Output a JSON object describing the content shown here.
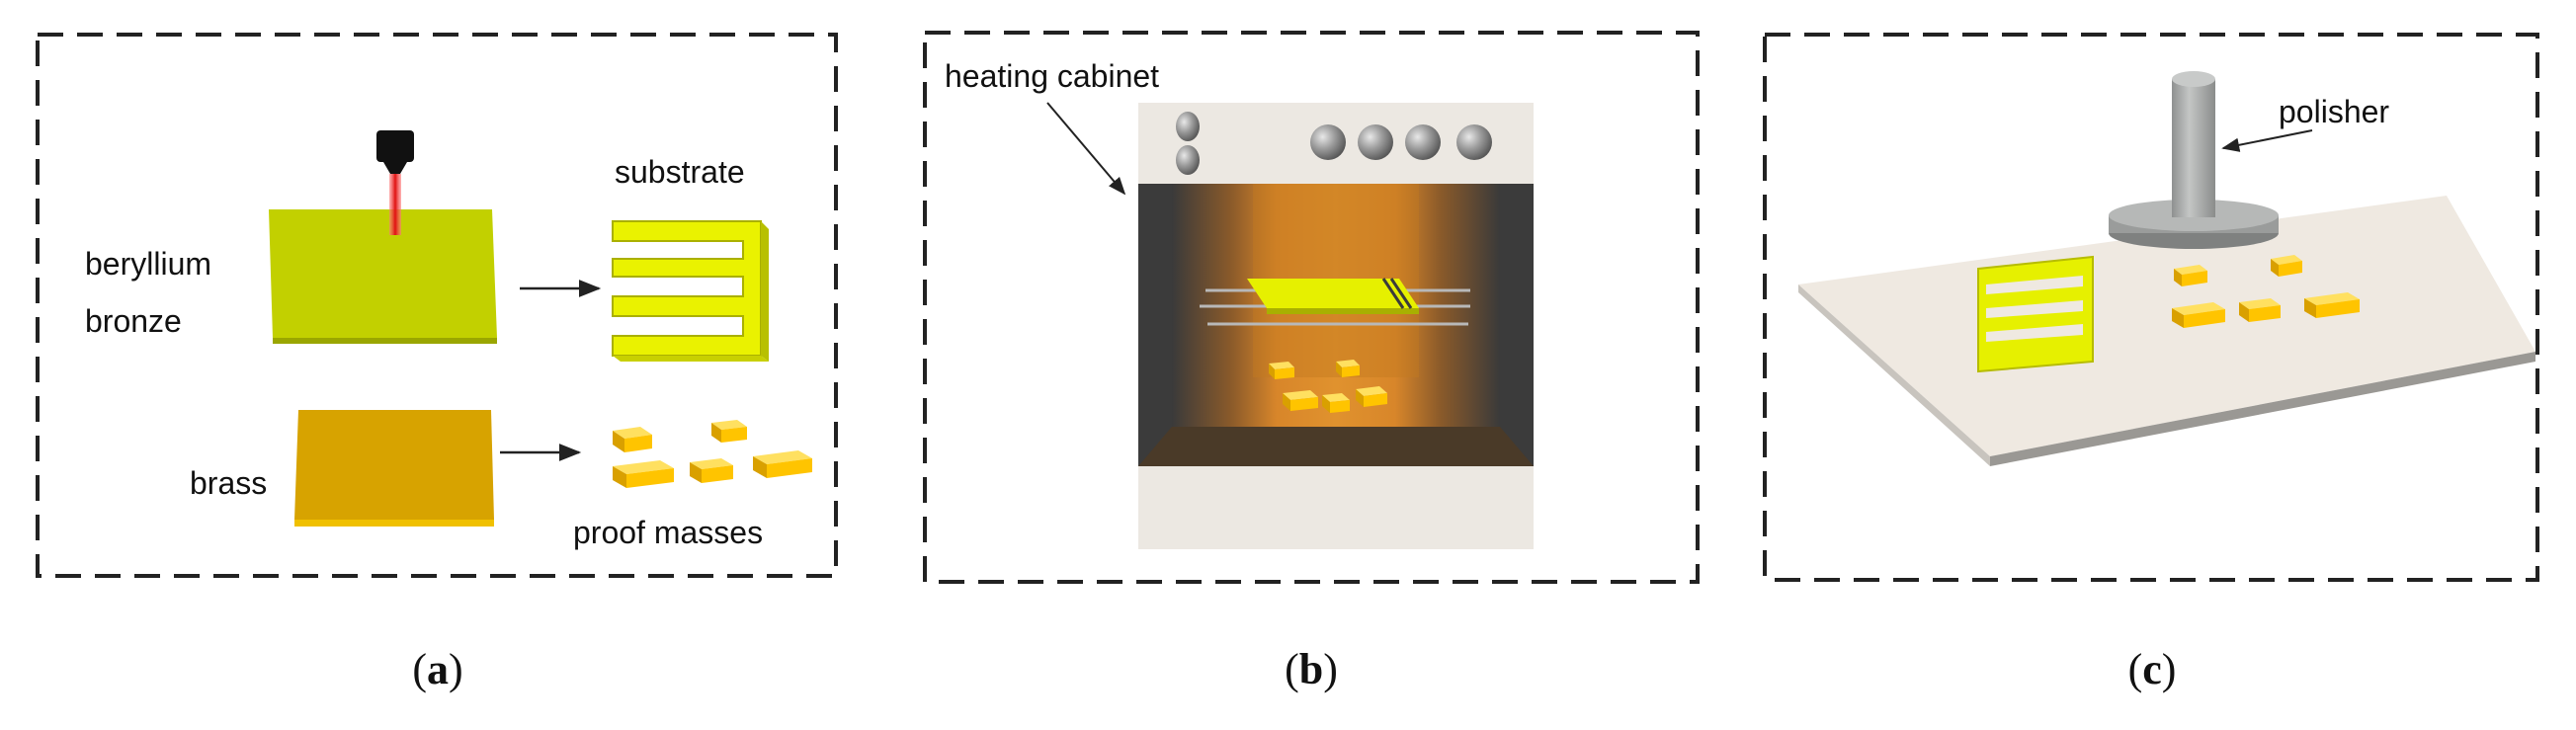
{
  "panels": {
    "a": {
      "caption_open": "(",
      "caption_letter": "a",
      "caption_close": ")",
      "label_beryllium": "beryllium",
      "label_bronze": "bronze",
      "label_substrate": "substrate",
      "label_brass": "brass",
      "label_proof_masses": "proof masses"
    },
    "b": {
      "caption_open": "(",
      "caption_letter": "b",
      "caption_close": ")",
      "label_heating_cabinet": "heating cabinet"
    },
    "c": {
      "caption_open": "(",
      "caption_letter": "c",
      "caption_close": ")",
      "label_polisher": "polisher"
    }
  },
  "colors": {
    "beryllium_bronze": "#c2d000",
    "substrate": "#eaf200",
    "brass": "#d7a300",
    "proof_mass": "#ffc400",
    "laser": "#e02020",
    "cabinet_body": "#ece8e2",
    "cabinet_interior": "#3b3b3b",
    "heat_glow": "#d8862a",
    "polisher": "#a8aaa9",
    "work_table": "#efe9e1"
  },
  "icons": {
    "laser_head": "laser-head-icon",
    "oven_knob": "oven-knob-icon",
    "polisher": "polisher-icon"
  }
}
